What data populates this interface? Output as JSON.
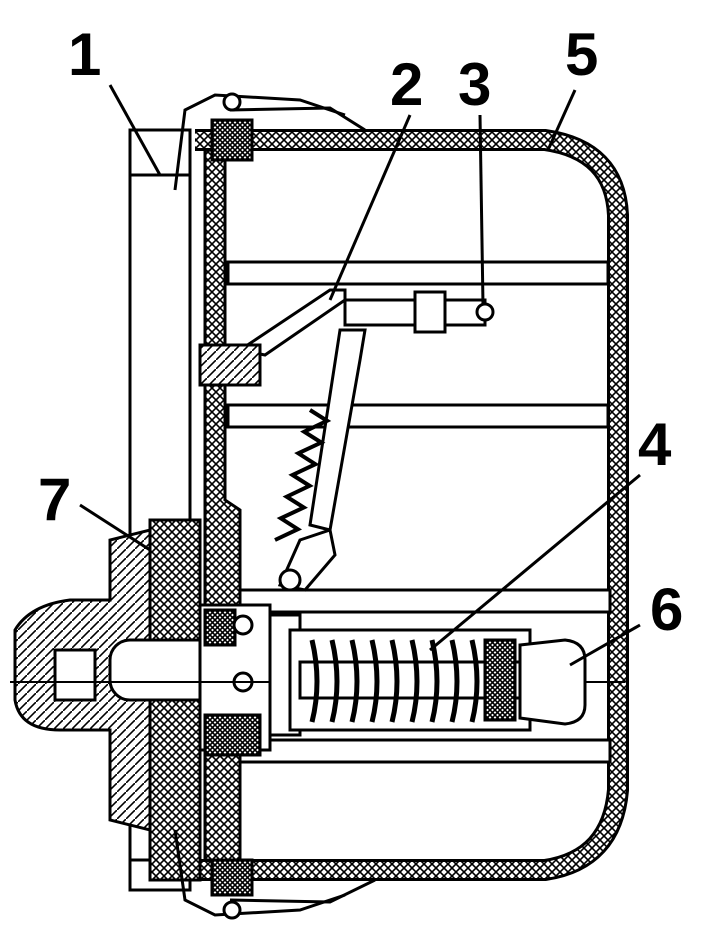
{
  "diagram": {
    "callouts": [
      {
        "id": "1",
        "label": "1"
      },
      {
        "id": "2",
        "label": "2"
      },
      {
        "id": "3",
        "label": "3"
      },
      {
        "id": "4",
        "label": "4"
      },
      {
        "id": "5",
        "label": "5"
      },
      {
        "id": "6",
        "label": "6"
      },
      {
        "id": "7",
        "label": "7"
      }
    ],
    "colors": {
      "ink": "#000000",
      "paper": "#ffffff",
      "hatch": "#000000"
    }
  }
}
